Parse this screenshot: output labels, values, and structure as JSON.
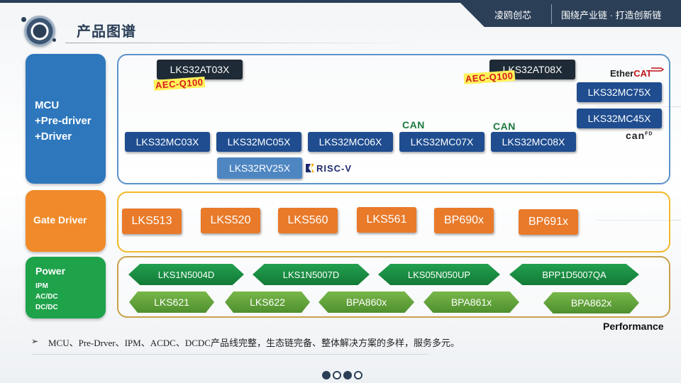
{
  "header": {
    "company": "凌鸥创芯",
    "slogan": "围绕产业链 · 打造创新链"
  },
  "page_title": "产品图谱",
  "categories": {
    "mcu": [
      "MCU",
      "+Pre-driver",
      "+Driver"
    ],
    "gate": "Gate Driver",
    "power": {
      "title": "Power",
      "items": [
        "IPM",
        "AC/DC",
        "DC/DC"
      ]
    }
  },
  "mcu_products": {
    "automotive": [
      "LKS32AT03X",
      "LKS32AT08X"
    ],
    "aec_label": "AEC-Q100",
    "row_main": [
      "LKS32MC03X",
      "LKS32MC05X",
      "LKS32MC06X",
      "LKS32MC07X",
      "LKS32MC08X"
    ],
    "right_col": [
      "LKS32MC75X",
      "LKS32MC45X"
    ],
    "riscv_chip": "LKS32RV25X",
    "can_label": "CAN",
    "ethercat": {
      "a": "Ether",
      "b": "CAT"
    },
    "canfd": {
      "a": "can",
      "b": "FD"
    },
    "riscv_label": "RISC-V"
  },
  "gate_products": [
    "LKS513",
    "LKS520",
    "LKS560",
    "LKS561",
    "BP690x",
    "BP691x"
  ],
  "power_products": {
    "row1": [
      "LKS1N5004D",
      "LKS1N5007D",
      "LKS05N050UP",
      "BPP1D5007QA"
    ],
    "row2": [
      "LKS621",
      "LKS622",
      "BPA860x",
      "BPA861x",
      "BPA862x"
    ]
  },
  "performance_label": "Performance",
  "bullet": {
    "icon": "➢",
    "text": "MCU、Pre-Drver、IPM、ACDC、DCDC产品线完整，生态链完备、整体解决方案的多样，服务多元。"
  },
  "pager": {
    "count": 4,
    "active": [
      0,
      2
    ]
  },
  "colors": {
    "navy": "#2b3f57",
    "mcu_blue": "#2e77bd",
    "gate_orange": "#f08a2a",
    "power_green": "#1ea24a",
    "aec_red": "#d81b1b"
  }
}
